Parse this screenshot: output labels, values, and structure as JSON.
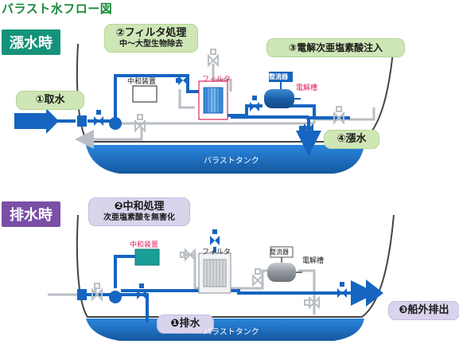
{
  "title": "バラスト水フロー図",
  "fill": {
    "badge": "漲水時",
    "step1": "①取水",
    "step2_title": "②フィルタ処理",
    "step2_sub": "中～大型生物除去",
    "step3": "③電解次亜塩素酸注入",
    "step4": "④漲水",
    "neutralizer": "中和装置",
    "filter": "フィルタ",
    "rectifier": "整流器",
    "electrolyzer": "電解槽",
    "tank": "バラストタンク"
  },
  "drain": {
    "badge": "排水時",
    "step1": "❶排水",
    "step2_title": "❷中和処理",
    "step2_sub": "次亜塩素酸を無害化",
    "step3": "❸船外排出",
    "neutralizer": "中和装置",
    "filter": "フィルタ",
    "rectifier": "整流器",
    "electrolyzer": "電解槽",
    "tank": "バラストタンク"
  },
  "colors": {
    "flow_blue": "#1565c0",
    "tank_blue": "#1e6fc8",
    "inactive_gray": "#b9bec4",
    "fill_green": "#15937a",
    "drain_purple": "#7b4fa5",
    "accent_pink": "#e0245e",
    "tag_green": "#cfe6b6",
    "tag_purple": "#dad3ec"
  }
}
